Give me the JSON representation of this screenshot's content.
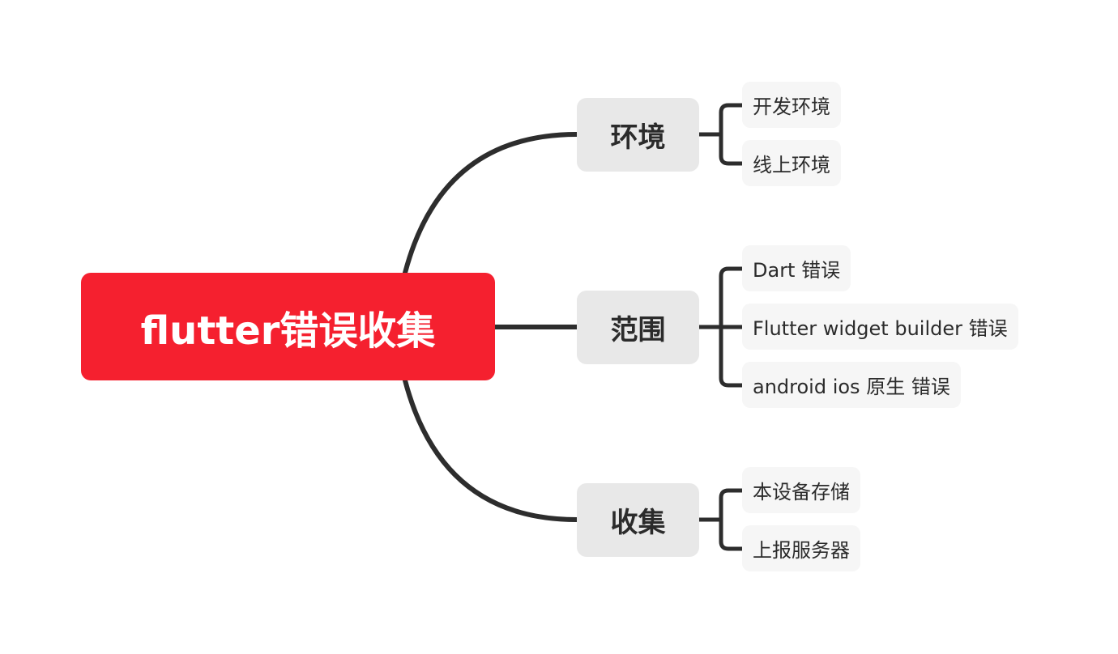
{
  "root": {
    "label": "flutter错误收集"
  },
  "branches": [
    {
      "label": "环境",
      "children": [
        "开发环境",
        "线上环境"
      ]
    },
    {
      "label": "范围",
      "children": [
        "Dart 错误",
        "Flutter widget builder 错误",
        "android ios 原生 错误"
      ]
    },
    {
      "label": "收集",
      "children": [
        "本设备存储",
        "上报服务器"
      ]
    }
  ],
  "colors": {
    "root_fill": "#f5202f",
    "root_text": "#ffffff",
    "branch_fill": "#e8e8e8",
    "leaf_fill": "#f6f6f6",
    "connector": "#2d2d2d",
    "text": "#2b2b2b"
  }
}
